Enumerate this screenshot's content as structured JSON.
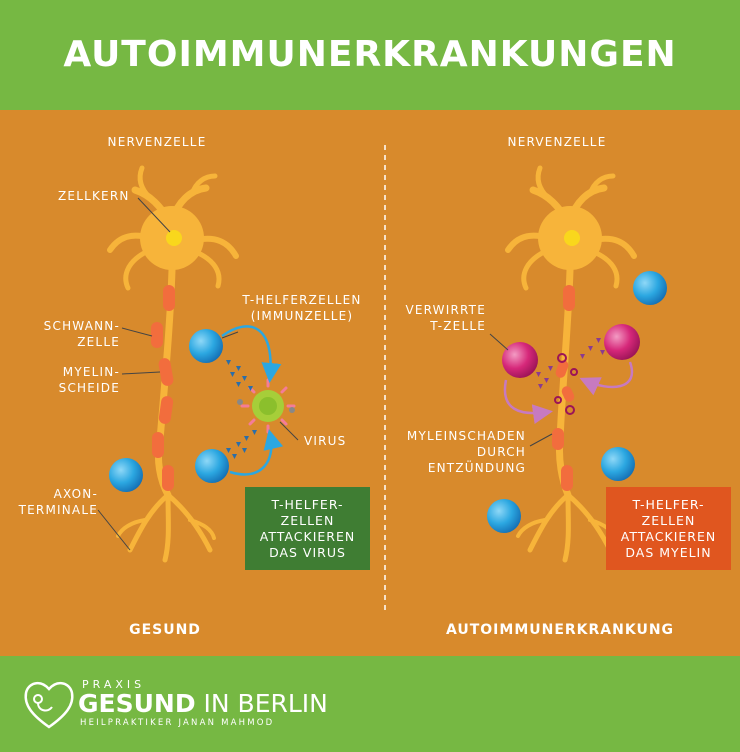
{
  "title": "AUTOIMMUNERKRANKUNGEN",
  "left_panel": {
    "heading": "NERVENZELLE",
    "labels": {
      "zellkern": "ZELLKERN",
      "schwann_1": "SCHWANN-",
      "schwann_2": "ZELLE",
      "myelin_1": "MYELIN-",
      "myelin_2": "SCHEIDE",
      "axon_1": "AXON-",
      "axon_2": "TERMINALE",
      "thelfer_1": "T-HELFERZELLEN",
      "thelfer_2": "(IMMUNZELLE)",
      "virus": "VIRUS"
    },
    "box": [
      "T-HELFER-",
      "ZELLEN",
      "ATTACKIEREN",
      "DAS VIRUS"
    ],
    "caption": "GESUND"
  },
  "right_panel": {
    "heading": "NERVENZELLE",
    "labels": {
      "verwirrte_1": "VERWIRRTE",
      "verwirrte_2": "T-ZELLE",
      "schaden_1": "MYLEINSCHADEN",
      "schaden_2": "DURCH",
      "schaden_3": "ENTZÜNDUNG"
    },
    "box": [
      "T-HELFER-",
      "ZELLEN",
      "ATTACKIEREN",
      "DAS MYELIN"
    ],
    "caption": "AUTOIMMUNERKRANKUNG"
  },
  "logo": {
    "praxis": "PRAXIS",
    "gesund": "GESUND",
    "in_berlin": " IN BERLIN",
    "subtitle": "HEILPRAKTIKER JANAN MAHMOD"
  },
  "colors": {
    "green": "#76b843",
    "orange_bg": "#d88a2c",
    "neuron": "#f7b43a",
    "nucleus": "#f9d71c",
    "myelin": "#f26d3d",
    "tcell_blue": "#2ba7e1",
    "tcell_pink": "#d6287a",
    "virus": "#a6ce39",
    "box_green": "#3f7d33",
    "box_red": "#e0561f"
  }
}
